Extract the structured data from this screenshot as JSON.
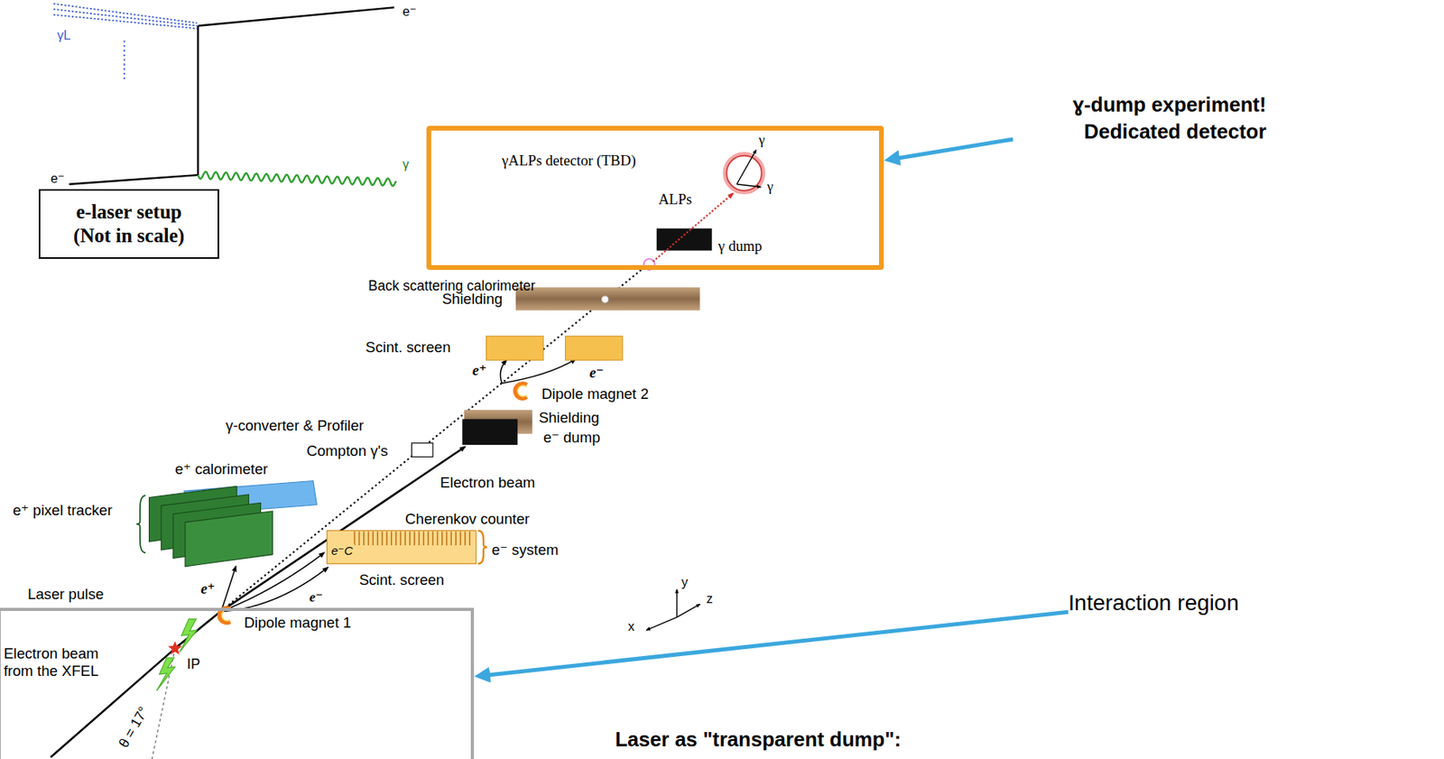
{
  "diagram": {
    "nodes": [
      {
        "text": [
          "e-laser setup (Not in scale)"
        ]
      },
      {
        "text": [
          "γALPs detector (TBD)",
          "γ",
          "ALPs",
          "γ",
          "γ dump"
        ]
      },
      {
        "text": [
          "ɣ-dump experiment! Dedicated detector"
        ]
      },
      {
        "text": [
          "Dipole magnet 1",
          "Electron beam from the XFEL",
          "IP",
          "θ = 17°"
        ]
      },
      {
        "text": [
          "Interaction region"
        ]
      }
    ],
    "edges": [
      {
        "from": 2,
        "to": 1,
        "arrow": "to"
      },
      {
        "from": 4,
        "to": 3,
        "arrow": "to"
      }
    ],
    "labels": [
      "γL",
      "e⁻",
      "e⁻",
      "γ",
      "Back scattering calorimeter",
      "Shielding",
      "Scint. screen",
      "e⁺",
      "e⁻",
      "Dipole magnet 2",
      "γ-converter & Profiler",
      "Shielding",
      "e⁻ dump",
      "Compton γ's",
      "Electron beam",
      "e⁺ calorimeter",
      "e⁺ pixel tracker",
      "Cherenkov counter",
      "e⁻C",
      "e⁻ system",
      "e⁺",
      "e⁻",
      "Scint. screen",
      "Laser pulse",
      "y",
      "z",
      "x",
      "Laser as \"transparent dump\":"
    ]
  }
}
